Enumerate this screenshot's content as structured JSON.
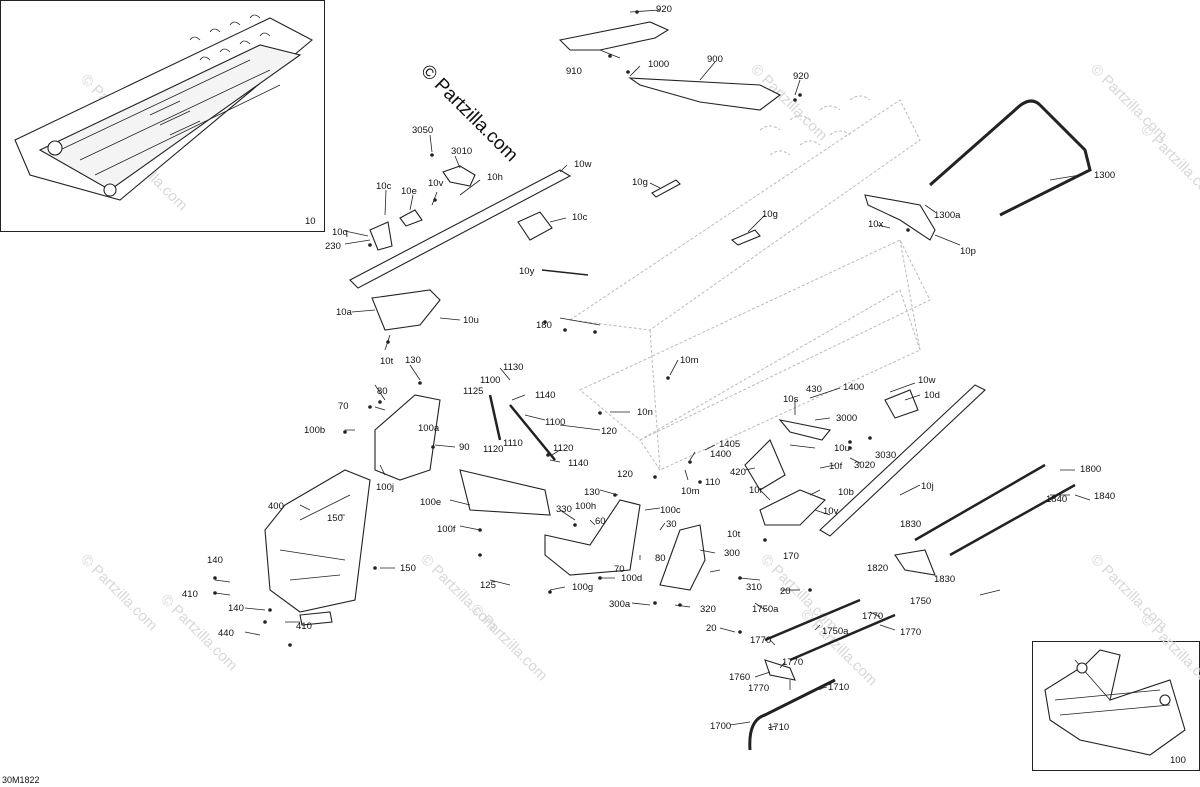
{
  "figure_id": "30M1822",
  "watermark": "© Partzilla.com",
  "insets": [
    {
      "id": "top-left",
      "label": "10"
    },
    {
      "id": "bottom-right",
      "label": "100"
    }
  ],
  "labels": {
    "l920a": "920",
    "l910": "910",
    "l1000": "1000",
    "l900": "900",
    "l920b": "920",
    "l3050": "3050",
    "l3010": "3010",
    "l10w_top": "10w",
    "l10c_a": "10c",
    "l10e": "10e",
    "l10v_a": "10v",
    "l10h": "10h",
    "l10c_b": "10c",
    "l10g_a": "10g",
    "l10g_b": "10g",
    "l1300": "1300",
    "l1300a": "1300a",
    "l10x": "10x",
    "l10p": "10p",
    "l10q": "10q",
    "l230": "230",
    "l10y": "10y",
    "l10a": "10a",
    "l10u_a": "10u",
    "l180": "180",
    "l10t_a": "10t",
    "l130_a": "130",
    "l10m_a": "10m",
    "l1130": "1130",
    "l1100_a": "1100",
    "l1125": "1125",
    "l1140_a": "1140",
    "l80_a": "80",
    "l70_a": "70",
    "l100a": "100a",
    "l90_a": "90",
    "l100b": "100b",
    "l1120": "1120",
    "l1110": "1110",
    "l1100_b": "1100",
    "l120_a": "120",
    "l1120b": "1120",
    "l1140_b": "1140",
    "l10n": "10n",
    "l430": "430",
    "l1400_a": "1400",
    "l10w_r": "10w",
    "l10d": "10d",
    "l10s": "10s",
    "l3000": "3000",
    "l10u_b": "10u",
    "l1405": "1405",
    "l1400_b": "1400",
    "l420": "420",
    "l3020": "3020",
    "l3030": "3030",
    "l10f": "10f",
    "l100j": "100j",
    "l100e": "100e",
    "l120_b": "120",
    "l10m_b": "10m",
    "l110": "110",
    "l10r": "10r",
    "l10b": "10b",
    "l10j": "10j",
    "l1800": "1800",
    "l1840_a": "1840",
    "l1840_b": "1840",
    "l130_b": "130",
    "l100h": "100h",
    "l330": "330",
    "l100c": "100c",
    "l60": "60",
    "l30": "30",
    "l10v_b": "10v",
    "l10t_b": "10t",
    "l1830a": "1830",
    "l100f": "100f",
    "l150_a": "150",
    "l400": "400",
    "l80_b": "80",
    "l70_b": "70",
    "l300": "300",
    "l170": "170",
    "l1820": "1820",
    "l1830b": "1830",
    "l100d": "100d",
    "l140_a": "140",
    "l150_b": "150",
    "l125": "125",
    "l100g": "100g",
    "l310": "310",
    "l410_a": "410",
    "l20_a": "20",
    "l1750": "1750",
    "l300a": "300a",
    "l320": "320",
    "l1750a_a": "1750a",
    "l1770_a": "1770",
    "l140_b": "140",
    "l410_b": "410",
    "l1770_b": "1770",
    "l440": "440",
    "l20_b": "20",
    "l1750a_b": "1750a",
    "l1770_c": "1770",
    "l1770_d": "1770",
    "l1760": "1760",
    "l1770_e": "1770",
    "l1710_a": "1710",
    "l1700": "1700",
    "l1710_b": "1710"
  }
}
